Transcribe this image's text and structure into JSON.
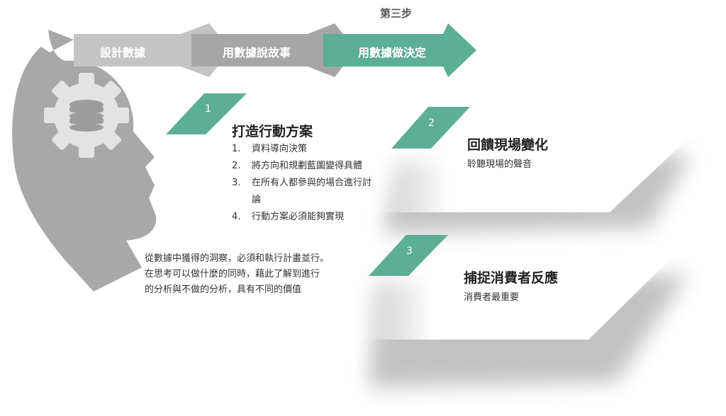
{
  "process": {
    "current_step_caption": "第三步",
    "steps": [
      {
        "label": "設計數據",
        "color": "#c4c4c4"
      },
      {
        "label": "用數據說故事",
        "color": "#a6a6a6"
      },
      {
        "label": "用數據做決定",
        "color": "#5dae97"
      }
    ]
  },
  "colors": {
    "accent": "#5dae97",
    "head": "#a8a8a8",
    "gear": "#e3e3e3",
    "database": "#9c9c9c"
  },
  "icons": {
    "head": "human-head-profile-icon",
    "gear": "gear-icon",
    "database": "database-icon"
  },
  "cards": [
    {
      "number": "1",
      "title": "打造行動方案",
      "list": [
        {
          "num": "1.",
          "text": "資料導向決策"
        },
        {
          "num": "2.",
          "text": "將方向和規劃藍圖變得具體"
        },
        {
          "num": "3.",
          "text": "在所有人都參與的場合進行討論"
        },
        {
          "num": "4.",
          "text": "行動方案必須能夠實現"
        }
      ]
    },
    {
      "number": "2",
      "title": "回饋現場變化",
      "subtitle": "聆聽現場的聲音"
    },
    {
      "number": "3",
      "title": "捕捉消費者反應",
      "subtitle": "消費者最重要"
    }
  ],
  "insight": {
    "lines": [
      "從數據中獲得的洞察，必須和執行計畫並行。",
      "在思考可以做什麼的同時，藉此了解到進行",
      "的分析與不做的分析，具有不同的價值"
    ]
  }
}
